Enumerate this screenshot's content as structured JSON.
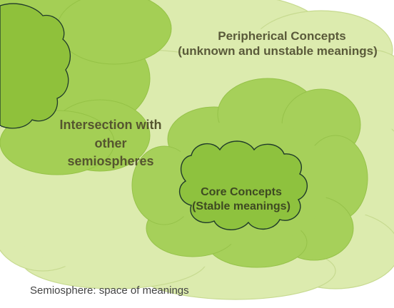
{
  "peripheral": {
    "line1": "Peripherical Concepts",
    "line2": "(unknown and unstable meanings)"
  },
  "intersection": {
    "line1": "Intersection with",
    "line2": "other",
    "line3": "semiospheres"
  },
  "core": {
    "line1": "Core Concepts",
    "line2": "(Stable meanings)"
  },
  "caption": "Semiosphere: space of meanings",
  "colors": {
    "outer_cloud": "#dcebae",
    "outer_cloud_edge": "#c9dc93",
    "inner_cloud": "#9ccc4a",
    "core_cloud": "#8dc23c",
    "outline": "#1f3a2a"
  }
}
